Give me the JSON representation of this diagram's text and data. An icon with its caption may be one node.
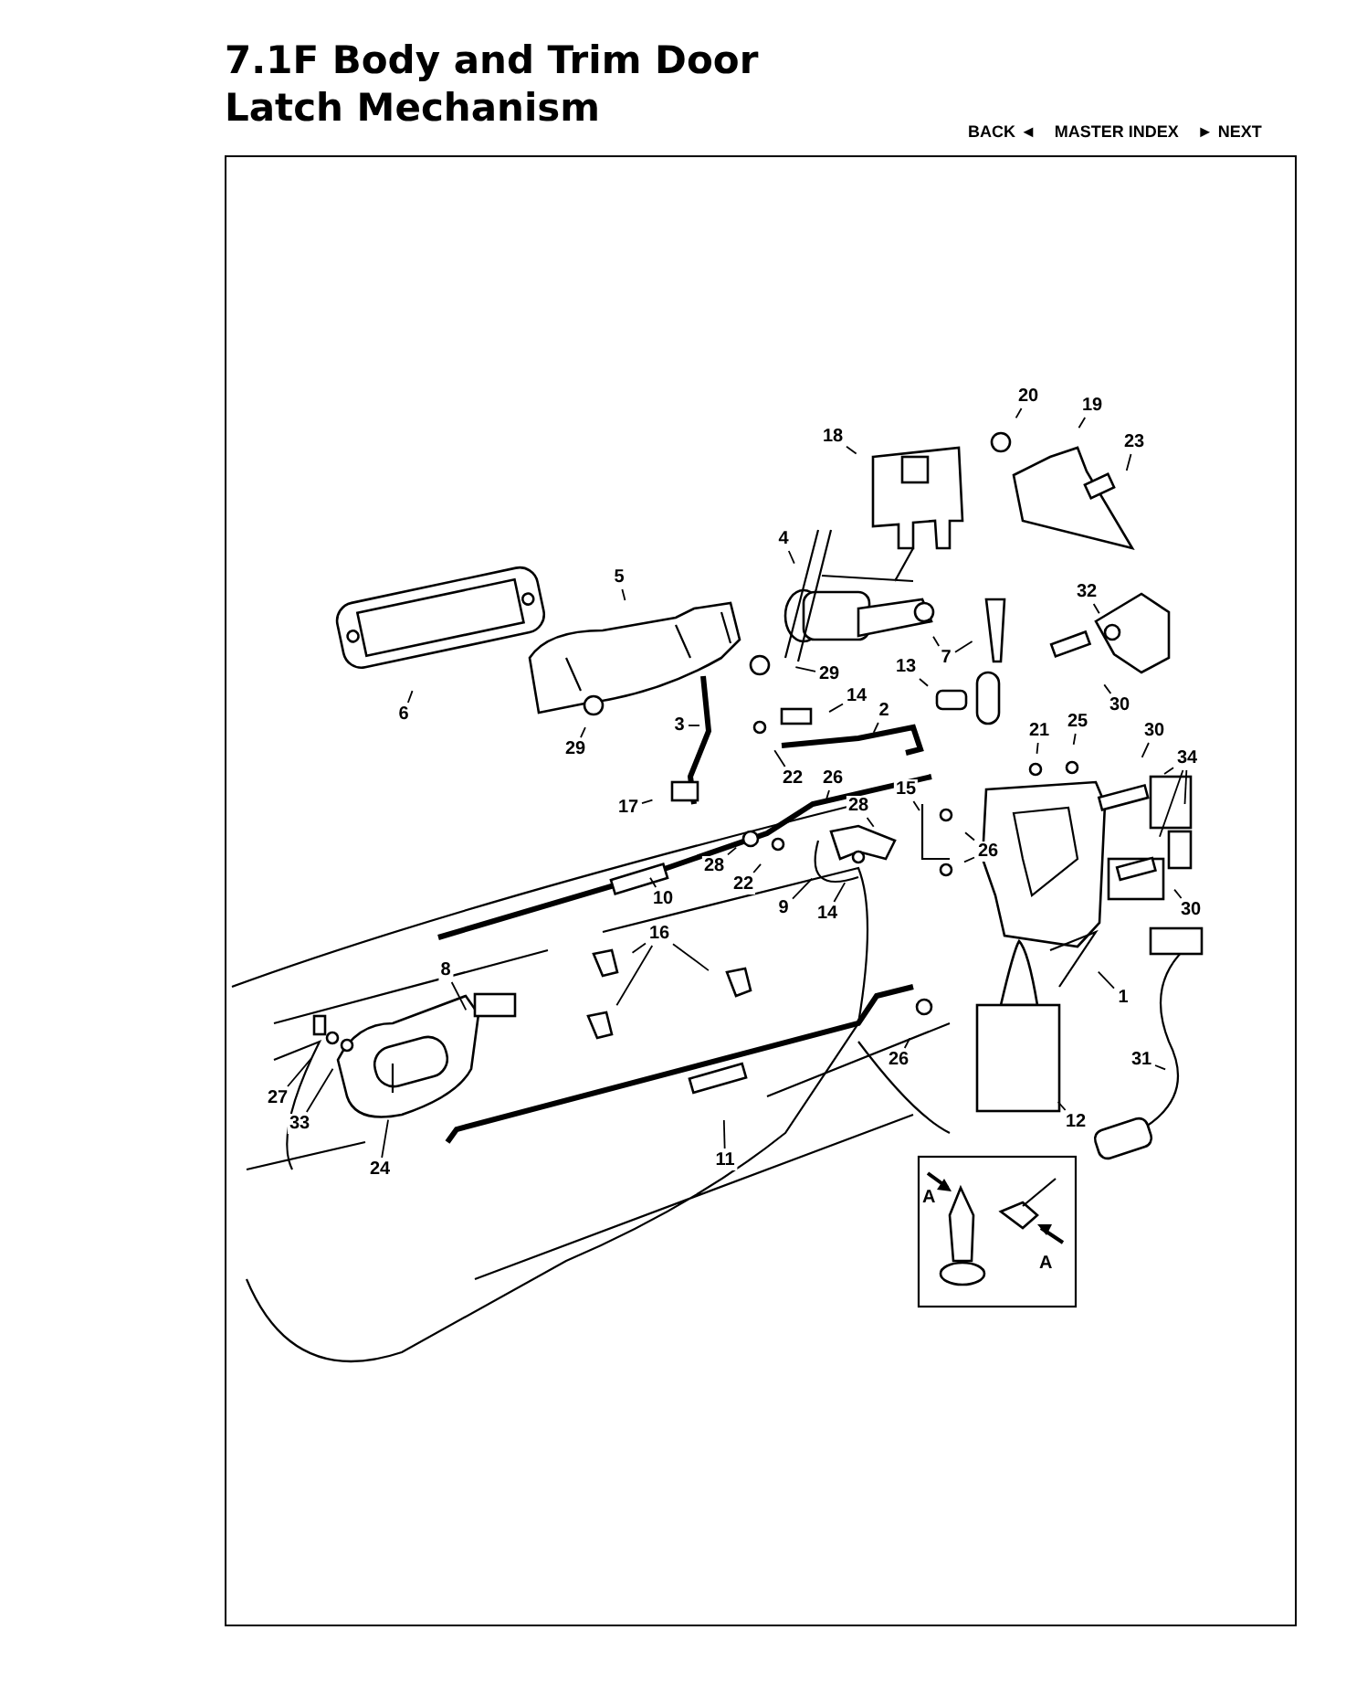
{
  "diagram": {
    "title": "7.1F Body and Trim Door Latch Mechanism",
    "nodes": [
      {
        "text": [
          "20"
        ]
      },
      {
        "text": [
          "19"
        ]
      },
      {
        "text": [
          "23"
        ]
      },
      {
        "text": [
          "18"
        ]
      },
      {
        "text": [
          "4"
        ]
      },
      {
        "text": [
          "5"
        ]
      },
      {
        "text": [
          "32"
        ]
      },
      {
        "text": [
          "6"
        ]
      },
      {
        "text": [
          "7"
        ]
      },
      {
        "text": [
          "13"
        ]
      },
      {
        "text": [
          "29"
        ]
      },
      {
        "text": [
          "30"
        ]
      },
      {
        "text": [
          "29"
        ]
      },
      {
        "text": [
          "14"
        ]
      },
      {
        "text": [
          "2"
        ]
      },
      {
        "text": [
          "3"
        ]
      },
      {
        "text": [
          "21"
        ]
      },
      {
        "text": [
          "25"
        ]
      },
      {
        "text": [
          "30"
        ]
      },
      {
        "text": [
          "34"
        ]
      },
      {
        "text": [
          "22"
        ]
      },
      {
        "text": [
          "26"
        ]
      },
      {
        "text": [
          "15"
        ]
      },
      {
        "text": [
          "17"
        ]
      },
      {
        "text": [
          "28"
        ]
      },
      {
        "text": [
          "28"
        ]
      },
      {
        "text": [
          "22"
        ]
      },
      {
        "text": [
          "9"
        ]
      },
      {
        "text": [
          "14"
        ]
      },
      {
        "text": [
          "26"
        ]
      },
      {
        "text": [
          "10"
        ]
      },
      {
        "text": [
          "30"
        ]
      },
      {
        "text": [
          "16"
        ]
      },
      {
        "text": [
          "8"
        ]
      },
      {
        "text": [
          "1"
        ]
      },
      {
        "text": [
          "26"
        ]
      },
      {
        "text": [
          "27"
        ]
      },
      {
        "text": [
          "33"
        ]
      },
      {
        "text": [
          "24"
        ]
      },
      {
        "text": [
          "11"
        ]
      },
      {
        "text": [
          "31"
        ]
      },
      {
        "text": [
          "12"
        ]
      }
    ],
    "edges": [
      {
        "from": 0,
        "to": null,
        "arrow": "none"
      },
      {
        "from": 1,
        "to": null,
        "arrow": "none"
      },
      {
        "from": 2,
        "to": null,
        "arrow": "none"
      },
      {
        "from": 3,
        "to": null,
        "arrow": "none"
      },
      {
        "from": 4,
        "to": null,
        "arrow": "none"
      },
      {
        "from": 5,
        "to": null,
        "arrow": "none"
      },
      {
        "from": 6,
        "to": null,
        "arrow": "none"
      },
      {
        "from": 7,
        "to": null,
        "arrow": "none"
      },
      {
        "from": 8,
        "to": null,
        "arrow": "none"
      },
      {
        "from": 8,
        "to": null,
        "arrow": "none"
      },
      {
        "from": 9,
        "to": null,
        "arrow": "none"
      },
      {
        "from": 10,
        "to": null,
        "arrow": "none"
      },
      {
        "from": 11,
        "to": null,
        "arrow": "none"
      },
      {
        "from": 12,
        "to": null,
        "arrow": "none"
      },
      {
        "from": 13,
        "to": null,
        "arrow": "none"
      },
      {
        "from": 14,
        "to": null,
        "arrow": "none"
      },
      {
        "from": 15,
        "to": null,
        "arrow": "none"
      },
      {
        "from": 16,
        "to": null,
        "arrow": "none"
      },
      {
        "from": 17,
        "to": null,
        "arrow": "none"
      },
      {
        "from": 18,
        "to": null,
        "arrow": "none"
      },
      {
        "from": 19,
        "to": null,
        "arrow": "none"
      },
      {
        "from": 19,
        "to": null,
        "arrow": "none"
      },
      {
        "from": 19,
        "to": null,
        "arrow": "none"
      },
      {
        "from": 20,
        "to": null,
        "arrow": "none"
      },
      {
        "from": 21,
        "to": null,
        "arrow": "none"
      },
      {
        "from": 22,
        "to": null,
        "arrow": "none"
      },
      {
        "from": 23,
        "to": null,
        "arrow": "none"
      },
      {
        "from": 24,
        "to": null,
        "arrow": "none"
      },
      {
        "from": 25,
        "to": null,
        "arrow": "none"
      },
      {
        "from": 26,
        "to": null,
        "arrow": "none"
      },
      {
        "from": 27,
        "to": null,
        "arrow": "none"
      },
      {
        "from": 28,
        "to": null,
        "arrow": "none"
      },
      {
        "from": 29,
        "to": null,
        "arrow": "none"
      },
      {
        "from": 29,
        "to": null,
        "arrow": "none"
      },
      {
        "from": 30,
        "to": null,
        "arrow": "none"
      },
      {
        "from": 31,
        "to": null,
        "arrow": "none"
      },
      {
        "from": 32,
        "to": null,
        "arrow": "none"
      },
      {
        "from": 32,
        "to": null,
        "arrow": "none"
      },
      {
        "from": 32,
        "to": null,
        "arrow": "none"
      },
      {
        "from": 33,
        "to": null,
        "arrow": "none"
      },
      {
        "from": 34,
        "to": null,
        "arrow": "none"
      },
      {
        "from": 35,
        "to": null,
        "arrow": "none"
      },
      {
        "from": 36,
        "to": null,
        "arrow": "none"
      },
      {
        "from": 37,
        "to": null,
        "arrow": "none"
      },
      {
        "from": 38,
        "to": null,
        "arrow": "none"
      },
      {
        "from": 39,
        "to": null,
        "arrow": "none"
      },
      {
        "from": 40,
        "to": null,
        "arrow": "none"
      },
      {
        "from": 41,
        "to": null,
        "arrow": "none"
      }
    ],
    "labels": [
      "BACK ◄",
      "MASTER INDEX",
      "► NEXT",
      "A",
      "A"
    ]
  }
}
